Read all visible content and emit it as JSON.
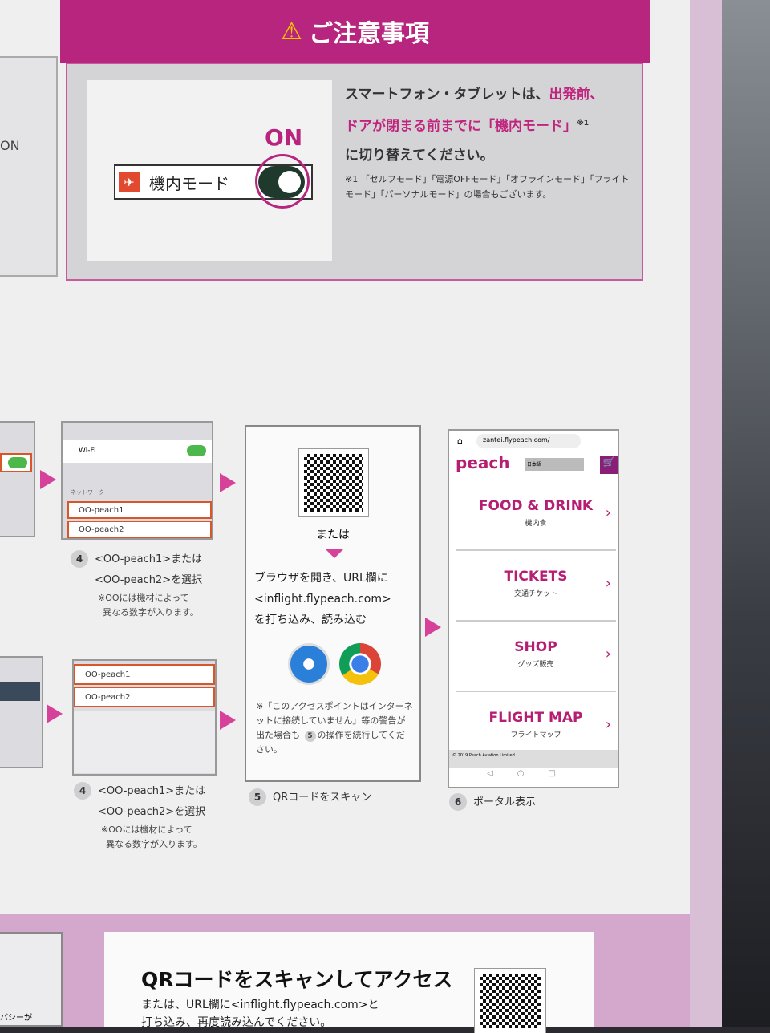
{
  "caution": {
    "title": "ご注意事項",
    "on_label": "ON",
    "mode_label": "機内モード",
    "line1_a": "スマートフォン・タブレットは、",
    "line1_b": "出発前、",
    "line2": "ドアが閉まる前までに「機内モード」",
    "line2_note": "※1",
    "line3": "に切り替えてください。",
    "footnote": "※1 「セルフモード」「電源OFFモード」「オフラインモード」「フライトモード」「パーソナルモード」の場合もございます。"
  },
  "left_partial": {
    "on_text": "ON"
  },
  "step4": {
    "wifi_label": "Wi-Fi",
    "network_label": "ネットワーク",
    "net1": "OO-peach1",
    "net2": "OO-peach2",
    "number": "4",
    "caption1": "<OO-peach1>または",
    "caption2": "<OO-peach2>を選択",
    "note1": "※OOには機材によって",
    "note2": "異なる数字が入ります。"
  },
  "step5": {
    "or": "または",
    "instr1": "ブラウザを開き、URL欄に",
    "instr2": "<inflight.flypeach.com>",
    "instr3": "を打ち込み、読み込む",
    "warn": "※「このアクセスポイントはインターネットに接続していません」等の警告が出た場合も",
    "warn_num": "5",
    "warn_end": "の操作を続行してください。",
    "number": "5",
    "caption": "QRコードをスキャン"
  },
  "step6": {
    "url": "zantei.flypeach.com/",
    "logo": "peach",
    "lang": "日本語",
    "items": [
      {
        "title": "FOOD & DRINK",
        "sub": "機内食"
      },
      {
        "title": "TICKETS",
        "sub": "交通チケット"
      },
      {
        "title": "SHOP",
        "sub": "グッズ販売"
      },
      {
        "title": "FLIGHT MAP",
        "sub": "フライトマップ"
      }
    ],
    "copyright": "© 2019 Peach Aviation Limited",
    "number": "6",
    "caption": "ポータル表示"
  },
  "bottom": {
    "title": "QRコードをスキャンしてアクセス",
    "line1": "または、URL欄に<inflight.flypeach.com>と",
    "line2": "打ち込み、再度読み込んでください。",
    "left_partial": "バシーが"
  }
}
